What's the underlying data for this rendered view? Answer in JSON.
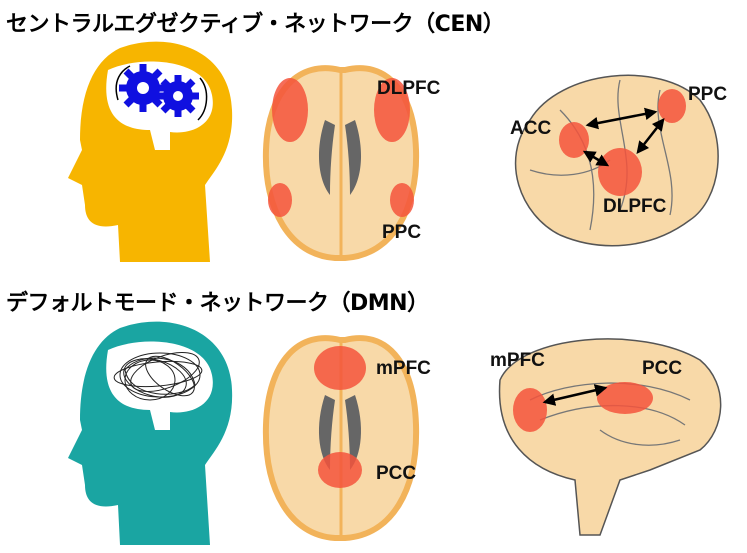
{
  "cen": {
    "title": "セントラルエグゼクティブ・ネットワーク（CEN）",
    "axial_labels": {
      "top": "DLPFC",
      "bottom": "PPC"
    },
    "lateral_labels": {
      "ppc": "PPC",
      "acc": "ACC",
      "dlpfc": "DLPFC"
    },
    "head_color": "#F7B500",
    "icon": "gears-icon"
  },
  "dmn": {
    "title": "デフォルトモード・ネットワーク（DMN）",
    "axial_labels": {
      "top": "mPFC",
      "bottom": "PCC"
    },
    "sagittal_labels": {
      "mpfc": "mPFC",
      "pcc": "PCC"
    },
    "head_color": "#1AA5A2",
    "icon": "tangled-thoughts-icon"
  },
  "colors": {
    "brain": "#F8D9A8",
    "brain_edge": "#F2B35A",
    "region": "#F4533C",
    "gear": "#1010E0"
  }
}
